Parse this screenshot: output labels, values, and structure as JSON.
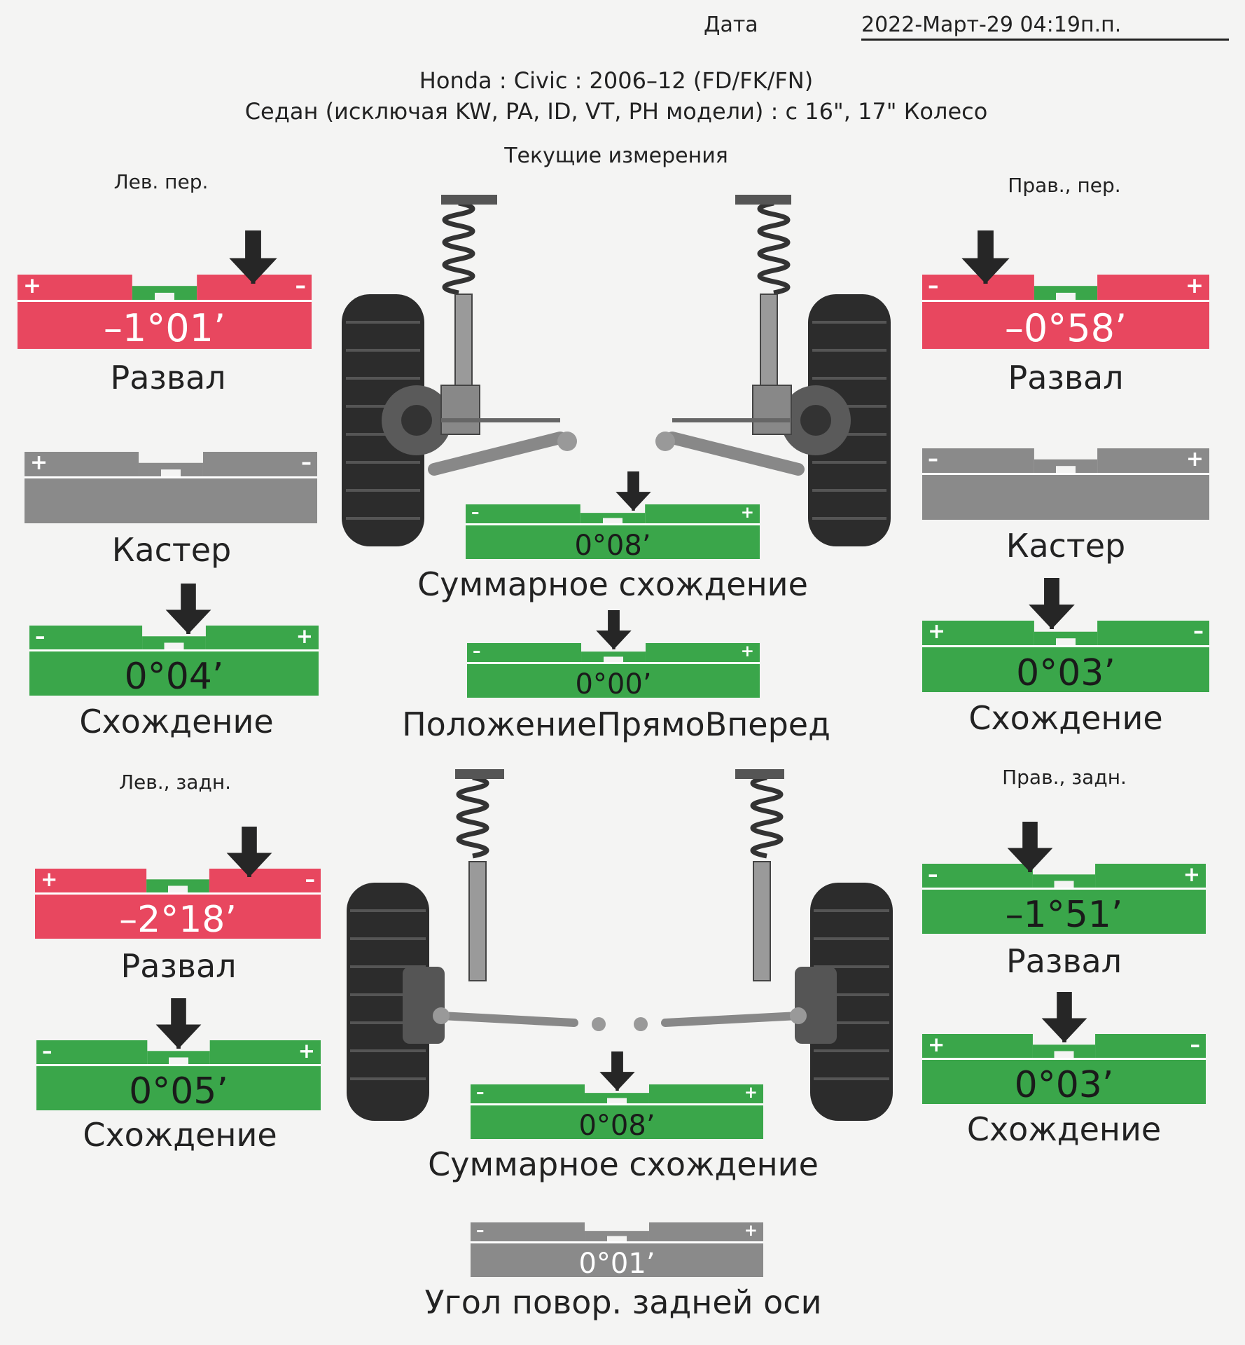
{
  "header": {
    "date_label": "Дата",
    "date_value": "2022-Март-29 04:19п.п."
  },
  "vehicle": {
    "line1": "Honda : Civic : 2006–12 (FD/FK/FN)",
    "line2": "Седан (исключая KW, PA, ID, VT, PH модели) : с 16\", 17\" Колесо"
  },
  "section_title": "Текущие измерения",
  "corners": {
    "left_front": "Лев. пер.",
    "right_front": "Прав., пер.",
    "left_rear": "Лев., задн.",
    "right_rear": "Прав., задн."
  },
  "signs": {
    "plus": "+",
    "minus": "–"
  },
  "gauges": {
    "lf_camber": {
      "label": "Развал",
      "value": "–1°01’",
      "status": "red",
      "needle": 0.8
    },
    "lf_caster": {
      "label": "Кастер",
      "value": "",
      "status": "grey",
      "needle": null
    },
    "lf_toe": {
      "label": "Схождение",
      "value": "0°04’",
      "status": "green",
      "needle": 0.55
    },
    "rf_camber": {
      "label": "Развал",
      "value": "–0°58’",
      "status": "red",
      "needle": 0.22
    },
    "rf_caster": {
      "label": "Кастер",
      "value": "",
      "status": "grey",
      "needle": null
    },
    "rf_toe": {
      "label": "Схождение",
      "value": "0°03’",
      "status": "green",
      "needle": 0.45
    },
    "front_total_toe": {
      "label": "Суммарное схождение",
      "value": "0°08’",
      "status": "green",
      "needle": 0.57
    },
    "straight_ahead": {
      "label": "ПоложениеПрямоВперед",
      "value": "0°00’",
      "status": "green",
      "needle": 0.5
    },
    "lr_camber": {
      "label": "Развал",
      "value": "–2°18’",
      "status": "red",
      "needle": 0.75
    },
    "lr_toe": {
      "label": "Схождение",
      "value": "0°05’",
      "status": "green",
      "needle": 0.5
    },
    "rr_camber": {
      "label": "Развал",
      "value": "–1°51’",
      "status": "green",
      "needle": 0.38
    },
    "rr_toe": {
      "label": "Схождение",
      "value": "0°03’",
      "status": "green",
      "needle": 0.5
    },
    "rear_total_toe": {
      "label": "Суммарное схождение",
      "value": "0°08’",
      "status": "green",
      "needle": 0.5
    },
    "thrust_angle": {
      "label": "Угол повор. задней оси",
      "value": "0°01’",
      "status": "grey",
      "needle": null
    }
  },
  "colors": {
    "green": "#3aa64a",
    "red": "#e8475f",
    "grey": "#8a8a8a",
    "ink": "#222222"
  }
}
